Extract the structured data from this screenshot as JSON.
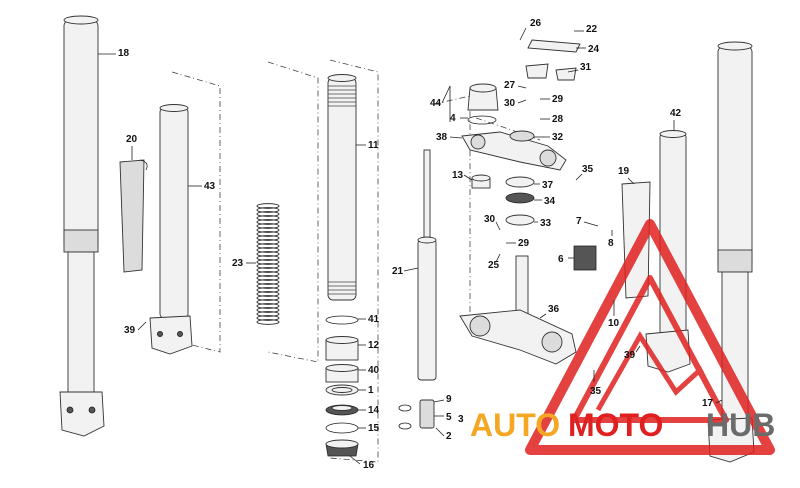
{
  "labels": [
    "1",
    "2",
    "3",
    "4",
    "5",
    "6",
    "7",
    "8",
    "9",
    "10",
    "11",
    "12",
    "13",
    "14",
    "15",
    "16",
    "17",
    "18",
    "19",
    "20",
    "21",
    "22",
    "23",
    "24",
    "25",
    "26",
    "27",
    "28",
    "29",
    "29",
    "30",
    "30",
    "31",
    "32",
    "33",
    "34",
    "35",
    "35",
    "36",
    "37",
    "38",
    "39",
    "39",
    "40",
    "41",
    "42",
    "43",
    "44"
  ],
  "watermark": {
    "auto": "AUTO",
    "moto": "MOTO",
    "hub": "HUB",
    "color_orange": "#f5a623",
    "color_red": "#e02020",
    "color_gray": "#6b6b6b"
  }
}
